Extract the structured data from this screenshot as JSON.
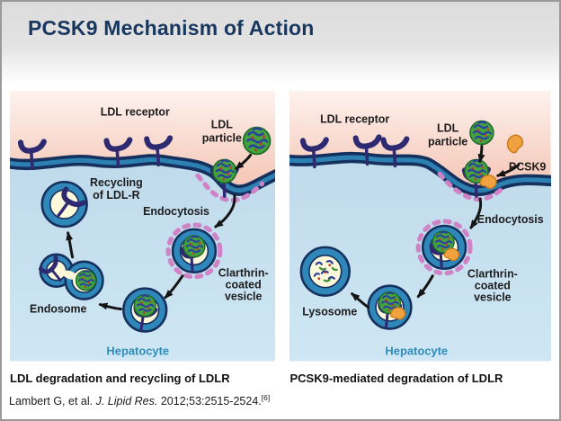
{
  "slide": {
    "title": "PCSK9 Mechanism of Action"
  },
  "panels": {
    "left": {
      "caption": "LDL degradation and recycling of LDLR",
      "labels": {
        "ldl_receptor": "LDL receptor",
        "ldl_particle": [
          "LDL",
          "particle"
        ],
        "recycling_of_ldlr": [
          "Recycling",
          "of LDL-R"
        ],
        "endocytosis": "Endocytosis",
        "clathrin_vesicle": [
          "Clarthrin-",
          "coated",
          "vesicle"
        ],
        "endosome": "Endosome",
        "hepatocyte": "Hepatocyte"
      }
    },
    "right": {
      "caption": "PCSK9-mediated degradation of LDLR",
      "labels": {
        "ldl_receptor": "LDL receptor",
        "ldl_particle": [
          "LDL",
          "particle"
        ],
        "pcsk9": "PCSK9",
        "endocytosis": "Endocytosis",
        "clathrin_vesicle": [
          "Clarthrin-",
          "coated",
          "vesicle"
        ],
        "lysosome": "Lysosome",
        "hepatocyte": "Hepatocyte"
      }
    }
  },
  "reference": {
    "authors": "Lambert G, et al. ",
    "journal_italic": "J. Lipid Res.",
    "citation": " 2012;53:2515-2524.",
    "superscript": "[6]"
  },
  "colors": {
    "title_navy": "#17375e",
    "membrane_navy": "#16305e",
    "membrane_teal": "#2d80b2",
    "extracellular_pink": "#f5c6b6",
    "cytoplasm_blue": "#c7e0ef",
    "vesicle_interior_yellow": "#fdf8d9",
    "clathrin_pink": "#cf82c6",
    "pcsk9_orange": "#f0a23f",
    "ldl_green": "#45a33e",
    "receptor_indigo": "#2e2a72",
    "hepatocyte_teal": "#2f8cba"
  }
}
